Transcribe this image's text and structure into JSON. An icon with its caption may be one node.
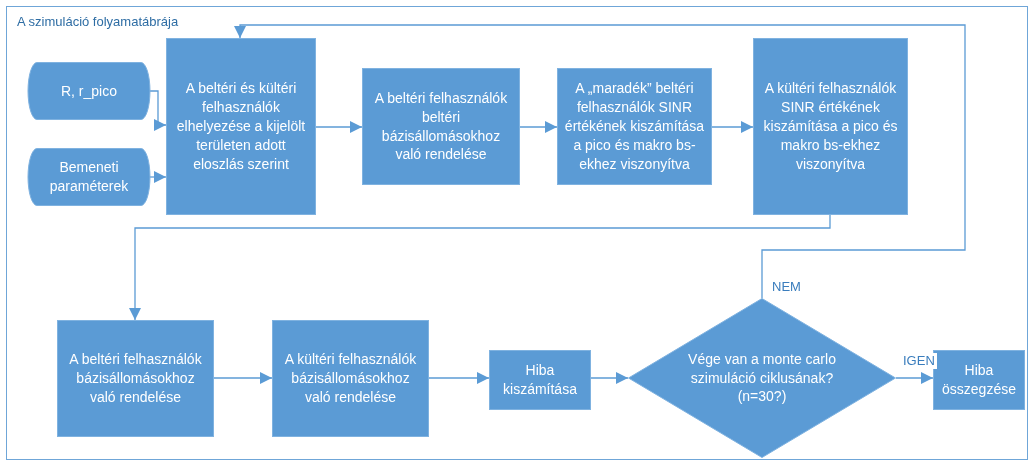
{
  "diagram": {
    "nodes": [
      {
        "text": [
          "A szimuláció folyamatábrája"
        ]
      },
      {
        "text": [
          "R, r_pico"
        ],
        "in": 0
      },
      {
        "text": [
          "Bemeneti paraméterek"
        ],
        "in": 0
      },
      {
        "text": [
          "A beltéri és kültéri felhasználók elhelyezése a kijelölt területen adott eloszlás szerint"
        ],
        "in": 0
      },
      {
        "text": [
          "A beltéri felhasználók beltéri bázisállomásokhoz való rendelése"
        ],
        "in": 0
      },
      {
        "text": [
          "A „maradék” beltéri felhasználók SINR értékének kiszámítása a pico és makro bs-ekhez viszonyítva"
        ],
        "in": 0
      },
      {
        "text": [
          "A kültéri felhasználók SINR értékének kiszámítása a pico és makro bs-ekhez viszonyítva"
        ],
        "in": 0
      },
      {
        "text": [
          "A beltéri felhasználók bázisállomásokhoz való rendelése"
        ],
        "in": 0
      },
      {
        "text": [
          "A kültéri felhasználók bázisállomásokhoz való rendelése"
        ],
        "in": 0
      },
      {
        "text": [
          "Hiba kiszámítása"
        ],
        "in": 0
      },
      {
        "text": [
          "Vége van a monte carlo szimuláció ciklusának? (n=30?)"
        ],
        "in": 0
      },
      {
        "text": [
          "Hiba összegzése"
        ],
        "in": 0
      }
    ],
    "edges": [
      {
        "from": 1,
        "to": 3,
        "arrow": "to"
      },
      {
        "from": 2,
        "to": 3,
        "arrow": "to"
      },
      {
        "from": 3,
        "to": 4,
        "arrow": "to"
      },
      {
        "from": 4,
        "to": 5,
        "arrow": "to"
      },
      {
        "from": 5,
        "to": 6,
        "arrow": "to"
      },
      {
        "from": 6,
        "to": 7,
        "arrow": "to"
      },
      {
        "from": 7,
        "to": 8,
        "arrow": "to"
      },
      {
        "from": 8,
        "to": 9,
        "arrow": "to"
      },
      {
        "from": 9,
        "to": 10,
        "arrow": "to"
      },
      {
        "from": 10,
        "to": 11,
        "arrow": "to",
        "label": "IGEN"
      },
      {
        "from": 10,
        "to": 3,
        "arrow": "to",
        "label": "NEM"
      }
    ]
  }
}
